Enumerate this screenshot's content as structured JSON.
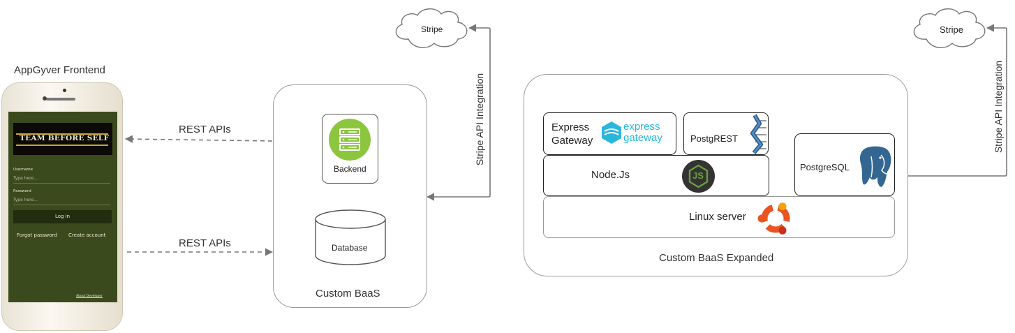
{
  "phone": {
    "title": "AppGyver Frontend",
    "logo_text": "TEAM BEFORE SELF",
    "username_label": "Username",
    "username_placeholder": "Type here...",
    "password_label": "Password",
    "password_placeholder": "Type here...",
    "login_label": "Log in",
    "forgot_label": "Forgot password",
    "create_label": "Create account",
    "footer_label": "About Developer"
  },
  "arrows": {
    "rest_top": "REST APIs",
    "rest_bottom": "REST APIs"
  },
  "baas": {
    "title": "Custom BaaS",
    "backend": "Backend",
    "database": "Database"
  },
  "stripe_left": {
    "cloud": "Stripe",
    "integration": "Stripe API Integration"
  },
  "expanded": {
    "title": "Custom BaaS Expanded",
    "express_gateway": "Express\nGateway",
    "express_logo_top": "express",
    "express_logo_bottom": "gateway",
    "postgrest": "PostgREST",
    "nodejs": "Node.Js",
    "js_logo": "JS",
    "linux": "Linux server",
    "postgresql": "PostgreSQL"
  },
  "stripe_right": {
    "cloud": "Stripe",
    "integration": "Stripe API Integration"
  },
  "colors": {
    "phone_screen": "#3b4a1c",
    "backend_green": "#8cc63f",
    "nodejs_green": "#6a9f3b",
    "express_blue": "#2ab6dd",
    "postgres_blue": "#336791",
    "ubuntu_orange": "#e95420"
  }
}
